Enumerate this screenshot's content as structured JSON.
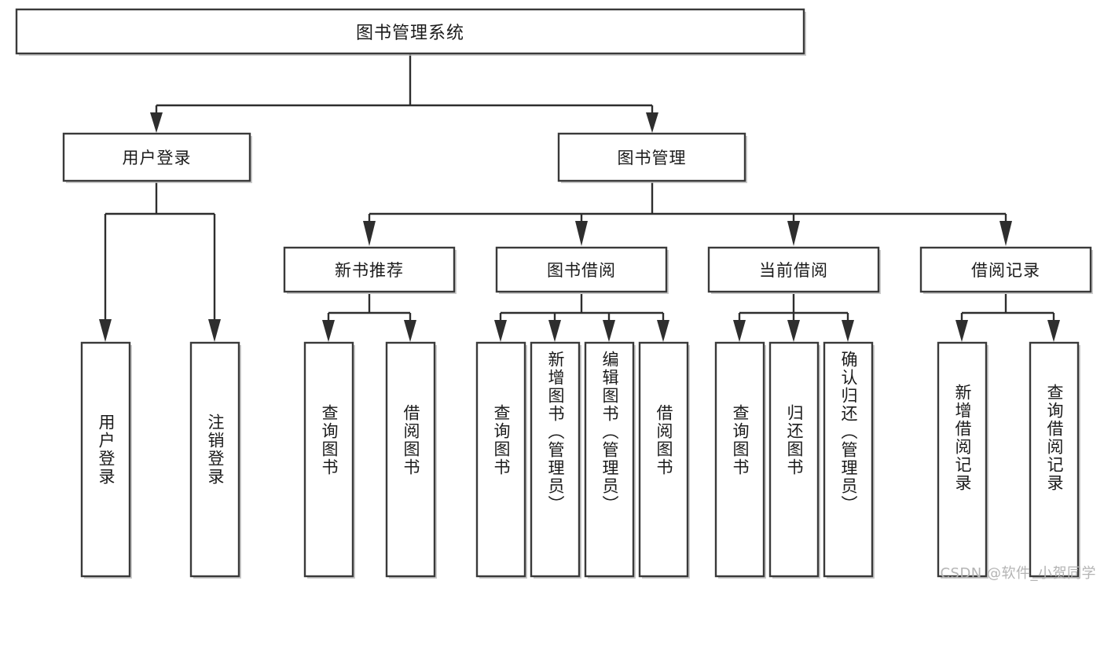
{
  "diagram": {
    "type": "hierarchy-tree",
    "title": "图书管理系统",
    "orientation": "top-down",
    "colors": {
      "box_fill": "#ffffff",
      "box_stroke": "#3a3a3a",
      "connector": "#2e2e2e",
      "text": "#1b1b1b",
      "watermark": "#b4b4b4"
    },
    "levels": {
      "root": "图书管理系统",
      "level2": [
        "用户登录",
        "图书管理"
      ],
      "level3": [
        "新书推荐",
        "图书借阅",
        "当前借阅",
        "借阅记录"
      ],
      "leaves": [
        "用户登录",
        "注销登录",
        "查询图书",
        "借阅图书",
        "查询图书",
        "新增图书（管理员）",
        "编辑图书（管理员）",
        "借阅图书",
        "查询图书",
        "归还图书",
        "确认归还（管理员）",
        "新增借阅记录",
        "查询借阅记录"
      ]
    },
    "nodes": {
      "root": {
        "label": "图书管理系统"
      },
      "user_login": {
        "label": "用户登录"
      },
      "book_manage": {
        "label": "图书管理"
      },
      "new_book_rec": {
        "label": "新书推荐"
      },
      "book_borrow": {
        "label": "图书借阅"
      },
      "current_borrow": {
        "label": "当前借阅"
      },
      "borrow_record": {
        "label": "借阅记录"
      },
      "leaf_user_login": {
        "label": "用户登录"
      },
      "leaf_user_logout": {
        "label": "注销登录"
      },
      "leaf_query_book_a": {
        "label": "查询图书"
      },
      "leaf_borrow_book_a": {
        "label": "借阅图书"
      },
      "leaf_query_book_b": {
        "label": "查询图书"
      },
      "leaf_add_book": {
        "label": "新增图书（管理员）"
      },
      "leaf_edit_book": {
        "label": "编辑图书（管理员）"
      },
      "leaf_borrow_book_b": {
        "label": "借阅图书"
      },
      "leaf_query_book_c": {
        "label": "查询图书"
      },
      "leaf_return_book": {
        "label": "归还图书"
      },
      "leaf_confirm_return": {
        "label": "确认归还（管理员）"
      },
      "leaf_add_record": {
        "label": "新增借阅记录"
      },
      "leaf_query_record": {
        "label": "查询借阅记录"
      }
    },
    "edges": [
      [
        "root",
        "user_login"
      ],
      [
        "root",
        "book_manage"
      ],
      [
        "user_login",
        "leaf_user_login"
      ],
      [
        "user_login",
        "leaf_user_logout"
      ],
      [
        "book_manage",
        "new_book_rec"
      ],
      [
        "book_manage",
        "book_borrow"
      ],
      [
        "book_manage",
        "current_borrow"
      ],
      [
        "book_manage",
        "borrow_record"
      ],
      [
        "new_book_rec",
        "leaf_query_book_a"
      ],
      [
        "new_book_rec",
        "leaf_borrow_book_a"
      ],
      [
        "book_borrow",
        "leaf_query_book_b"
      ],
      [
        "book_borrow",
        "leaf_add_book"
      ],
      [
        "book_borrow",
        "leaf_edit_book"
      ],
      [
        "book_borrow",
        "leaf_borrow_book_b"
      ],
      [
        "current_borrow",
        "leaf_query_book_c"
      ],
      [
        "current_borrow",
        "leaf_return_book"
      ],
      [
        "current_borrow",
        "leaf_confirm_return"
      ],
      [
        "borrow_record",
        "leaf_add_record"
      ],
      [
        "borrow_record",
        "leaf_query_record"
      ]
    ]
  },
  "watermark": {
    "text": "CSDN @软件_小贺同学"
  }
}
